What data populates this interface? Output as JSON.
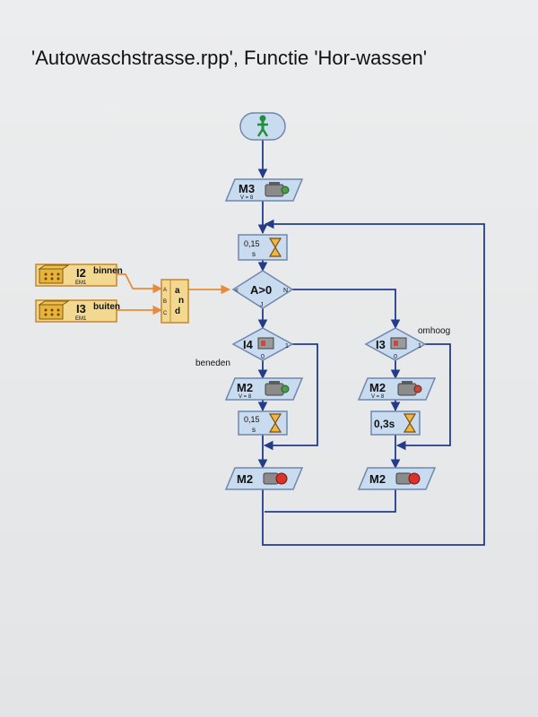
{
  "title": "'Autowaschstrasse.rpp', Functie 'Hor-wassen'",
  "nodes": {
    "m3": {
      "label": "M3",
      "sub": "V = 8"
    },
    "wait1": {
      "value": "0,15",
      "unit": "s"
    },
    "decision_a": {
      "label": "A>0",
      "left": "<",
      "right": "N",
      "bottom": "J"
    },
    "i4": {
      "label": "I4",
      "right": "1",
      "bottom": "0"
    },
    "i3": {
      "label": "I3",
      "right": "1",
      "bottom": "0"
    },
    "m2_left": {
      "label": "M2",
      "sub": "V = 8"
    },
    "m2_right": {
      "label": "M2",
      "sub": "V = 8"
    },
    "wait_left": {
      "value": "0,15",
      "unit": "s"
    },
    "wait_right": {
      "value": "0,3s"
    },
    "m2_stop_left": {
      "label": "M2"
    },
    "m2_stop_right": {
      "label": "M2"
    },
    "input_i2": {
      "label": "I2",
      "sub": "EM1",
      "name": "binnen"
    },
    "input_i3": {
      "label": "I3",
      "sub": "EM1",
      "name": "buiten"
    },
    "and_gate": {
      "in_a": "A",
      "in_b": "B",
      "in_c": "C",
      "letters": [
        "a",
        "n",
        "d"
      ]
    }
  },
  "labels": {
    "beneden": "beneden",
    "omhoog": "omhoog"
  },
  "colors": {
    "line": "#233b8a",
    "box_fill": "#c9dbef",
    "box_stroke": "#6f87ad",
    "orange": "#e88a3a",
    "input_fill": "#f3d890"
  }
}
